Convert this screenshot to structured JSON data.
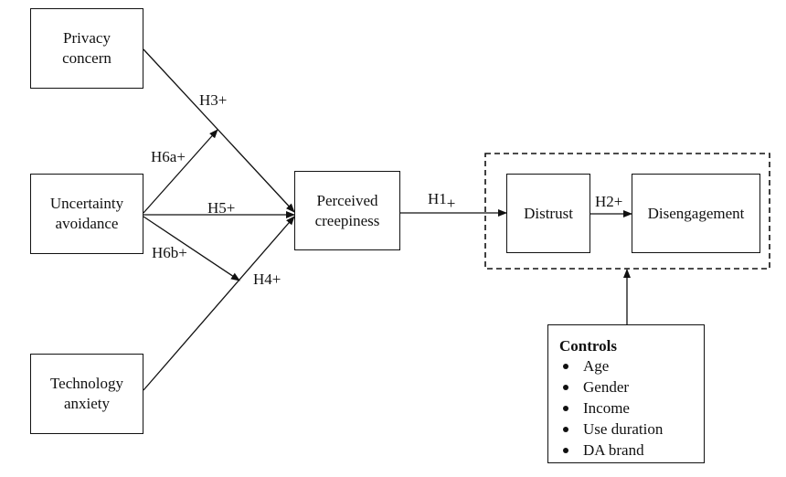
{
  "constructs": {
    "privacy_concern": [
      "Privacy",
      "concern"
    ],
    "uncertainty_avoidance": [
      "Uncertainty",
      "avoidance"
    ],
    "technology_anxiety": [
      "Technology",
      "anxiety"
    ],
    "perceived_creepiness": [
      "Perceived",
      "creepiness"
    ],
    "distrust": "Distrust",
    "disengagement": "Disengagement"
  },
  "hypotheses": {
    "h1": "H1",
    "h1_sign": "+",
    "h2": "H2+",
    "h3": "H3+",
    "h4": "H4+",
    "h5": "H5+",
    "h6a": "H6a+",
    "h6b": "H6b+"
  },
  "controls": {
    "title": "Controls",
    "items": [
      "Age",
      "Gender",
      "Income",
      "Use duration",
      "DA brand"
    ]
  }
}
